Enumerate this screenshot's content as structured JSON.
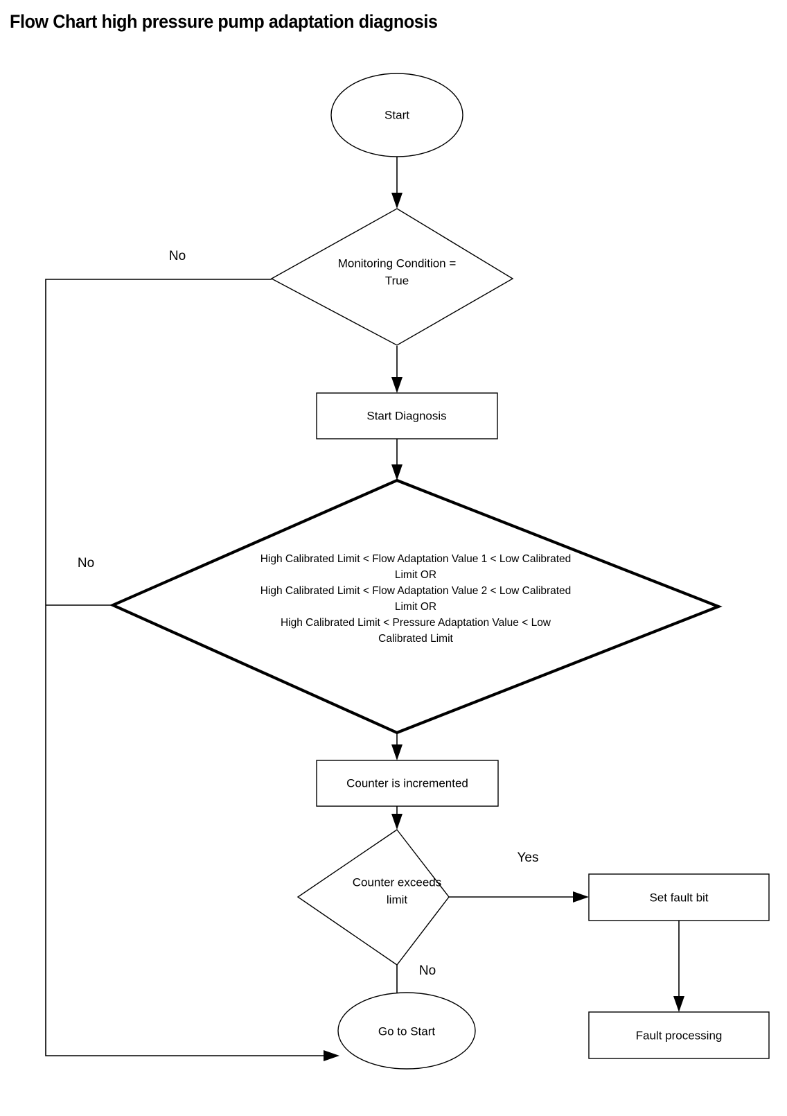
{
  "page": {
    "title": "Flow Chart high pressure pump adaptation diagnosis",
    "background_color": "#ffffff",
    "line_color": "#000000"
  },
  "chart_data": {
    "type": "diagram",
    "diagram_type": "flowchart",
    "title": "Flow Chart high pressure pump adaptation diagnosis",
    "nodes": [
      {
        "id": "start",
        "shape": "ellipse",
        "label": "Start"
      },
      {
        "id": "monitoring",
        "shape": "diamond",
        "label_lines": [
          "Monitoring Condition =",
          "True"
        ]
      },
      {
        "id": "start-diagnosis",
        "shape": "rectangle",
        "label": "Start Diagnosis"
      },
      {
        "id": "limits-check",
        "shape": "diamond",
        "emphasis": "bold-outline",
        "label_lines": [
          "High Calibrated Limit < Flow Adaptation Value 1 < Low Calibrated",
          "Limit    OR",
          "High Calibrated Limit < Flow Adaptation Value 2 < Low Calibrated",
          "Limit    OR",
          "High Calibrated Limit < Pressure Adaptation Value < Low",
          "Calibrated Limit"
        ]
      },
      {
        "id": "counter-increment",
        "shape": "rectangle",
        "label": "Counter is incremented"
      },
      {
        "id": "counter-exceeds",
        "shape": "diamond",
        "label_lines": [
          "Counter exceeds",
          "limit"
        ]
      },
      {
        "id": "set-fault-bit",
        "shape": "rectangle",
        "label": "Set fault bit"
      },
      {
        "id": "fault-processing",
        "shape": "rectangle",
        "label": "Fault processing"
      },
      {
        "id": "go-to-start",
        "shape": "ellipse",
        "label": "Go to Start"
      }
    ],
    "edges": [
      {
        "from": "start",
        "to": "monitoring",
        "label": ""
      },
      {
        "from": "monitoring",
        "to": "start-diagnosis",
        "label": ""
      },
      {
        "from": "monitoring",
        "to": "go-to-start",
        "label": "No"
      },
      {
        "from": "start-diagnosis",
        "to": "limits-check",
        "label": ""
      },
      {
        "from": "limits-check",
        "to": "counter-increment",
        "label": ""
      },
      {
        "from": "limits-check",
        "to": "go-to-start",
        "label": "No"
      },
      {
        "from": "counter-increment",
        "to": "counter-exceeds",
        "label": ""
      },
      {
        "from": "counter-exceeds",
        "to": "set-fault-bit",
        "label": "Yes"
      },
      {
        "from": "counter-exceeds",
        "to": "go-to-start",
        "label": "No"
      },
      {
        "from": "set-fault-bit",
        "to": "fault-processing",
        "label": ""
      }
    ]
  },
  "nodes": {
    "start": {
      "label": "Start"
    },
    "monitoring": {
      "line1": "Monitoring Condition =",
      "line2": "True"
    },
    "start_diagnosis": {
      "label": "Start Diagnosis"
    },
    "limits_check": {
      "line1": "High Calibrated Limit < Flow Adaptation Value 1 < Low Calibrated",
      "line2": "Limit    OR",
      "line3": "High Calibrated Limit < Flow Adaptation Value 2 < Low Calibrated",
      "line4": "Limit    OR",
      "line5": "High Calibrated Limit < Pressure Adaptation Value < Low",
      "line6": "Calibrated Limit"
    },
    "counter_increment": {
      "label": "Counter is incremented"
    },
    "counter_exceeds": {
      "line1": "Counter exceeds",
      "line2": "limit"
    },
    "set_fault_bit": {
      "label": "Set fault bit"
    },
    "fault_processing": {
      "label": "Fault processing"
    },
    "go_to_start": {
      "label": "Go to Start"
    }
  },
  "edge_labels": {
    "monitoring_no": "No",
    "limits_no": "No",
    "counter_yes": "Yes",
    "counter_no": "No"
  }
}
